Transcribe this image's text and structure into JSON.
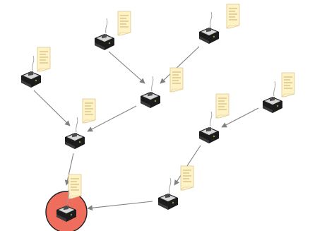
{
  "diagram": {
    "type": "sensor-network-data-collection",
    "icons": {
      "node": "sensor-node-device-icon",
      "data": "data-sheet-icon"
    },
    "colors": {
      "sink_fill": "#ef6d5d",
      "sink_stroke": "#1f1f1f",
      "arrow": "#808080",
      "device_body": "#1c1c1c",
      "device_plate": "#d8d8d8",
      "note_fill": "#fff2c6",
      "note_stroke": "#d9c891",
      "note_lines": "#c7b26f"
    },
    "nodes": [
      {
        "id": "n1",
        "role": "sensor"
      },
      {
        "id": "n2",
        "role": "sensor"
      },
      {
        "id": "n3",
        "role": "sensor"
      },
      {
        "id": "n4",
        "role": "sensor"
      },
      {
        "id": "n5",
        "role": "sensor"
      },
      {
        "id": "n6",
        "role": "sensor"
      },
      {
        "id": "n7",
        "role": "sensor"
      },
      {
        "id": "n8",
        "role": "sensor"
      },
      {
        "id": "n9",
        "role": "sensor"
      },
      {
        "id": "n10",
        "role": "sink"
      }
    ],
    "links": [
      {
        "from": "n2",
        "to": "n5"
      },
      {
        "from": "n3",
        "to": "n5"
      },
      {
        "from": "n1",
        "to": "n6"
      },
      {
        "from": "n5",
        "to": "n6"
      },
      {
        "from": "n6",
        "to": "n10"
      },
      {
        "from": "n4",
        "to": "n7"
      },
      {
        "from": "n7",
        "to": "n8"
      },
      {
        "from": "n8",
        "to": "n10"
      }
    ]
  }
}
